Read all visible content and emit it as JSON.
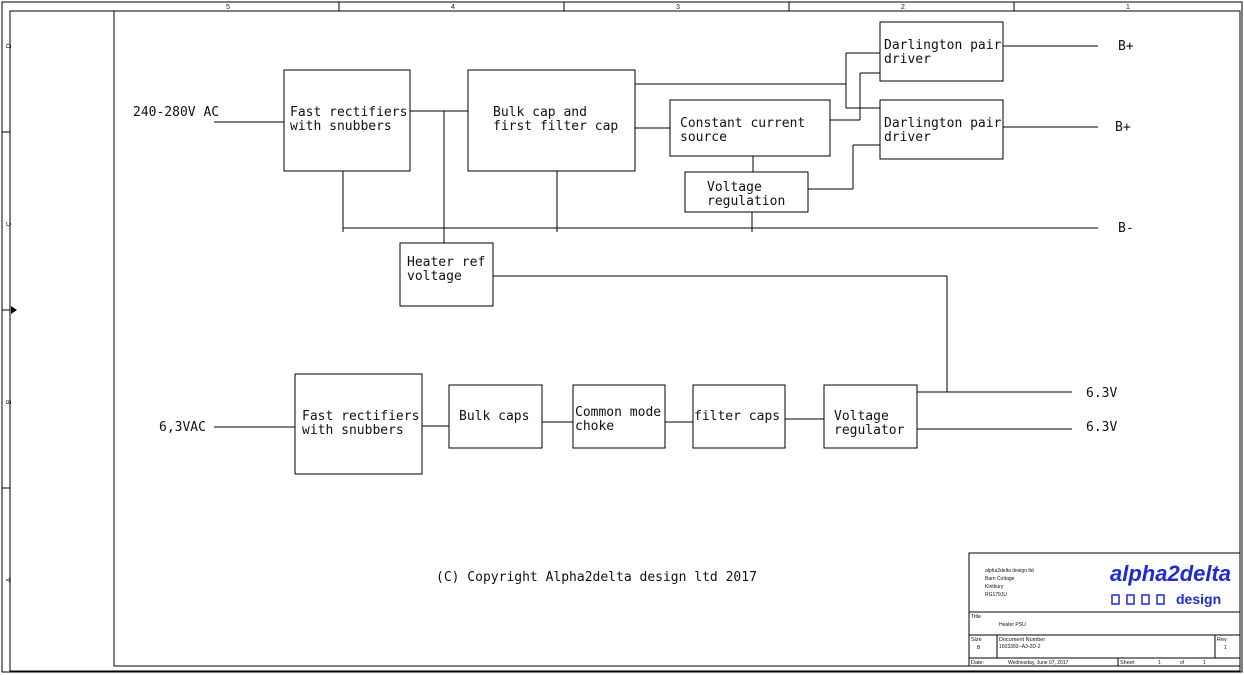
{
  "ruler": {
    "columns": [
      "5",
      "4",
      "3",
      "2",
      "1"
    ],
    "rows": [
      "D",
      "C",
      "B",
      "A"
    ]
  },
  "input_labels": {
    "ac_high": "240-280V AC",
    "ac_low": "6,3VAC"
  },
  "blocks": {
    "rect_hv": [
      "Fast rectifiers",
      "with snubbers"
    ],
    "bulk_cap": [
      "Bulk cap and",
      "first filter cap"
    ],
    "ccs": [
      "Constant current",
      "source"
    ],
    "vreg": [
      "Voltage",
      "regulation"
    ],
    "darl1": [
      "Darlington pair",
      "driver"
    ],
    "darl2": [
      "Darlington pair",
      "driver"
    ],
    "heater_ref": [
      "Heater ref",
      "voltage"
    ],
    "rect_lv": [
      "Fast rectifiers",
      "with snubbers"
    ],
    "bulk_caps": [
      "Bulk caps"
    ],
    "choke": [
      "Common mode",
      "choke"
    ],
    "filter_caps": [
      "filter caps"
    ],
    "vreg_lv": [
      "Voltage",
      "regulator"
    ]
  },
  "outputs": {
    "bplus1": "B+",
    "bplus2": "B+",
    "bminus": "B-",
    "v63_1": "6.3V",
    "v63_2": "6.3V"
  },
  "copyright": "(C) Copyright Alpha2delta design ltd 2017",
  "title_block": {
    "company": "alpha2delta design ltd",
    "address1": "Barn Cottage",
    "address2": "Kintbury",
    "address3": "RG179JU",
    "logo_main": "alpha2delta",
    "logo_sub": "design",
    "title_label": "Title",
    "title": "Heater PSU",
    "size_label": "Size",
    "size": "B",
    "docnum_label": "Document Number",
    "docnum": "1603393--A3-2D-2",
    "rev_label": "Rev",
    "rev": "1",
    "date_label": "Date:",
    "date": "Wednesday, June 07, 2017",
    "sheet_label": "Sheet",
    "sheet": "1",
    "of_label": "of",
    "sheets": "1"
  }
}
